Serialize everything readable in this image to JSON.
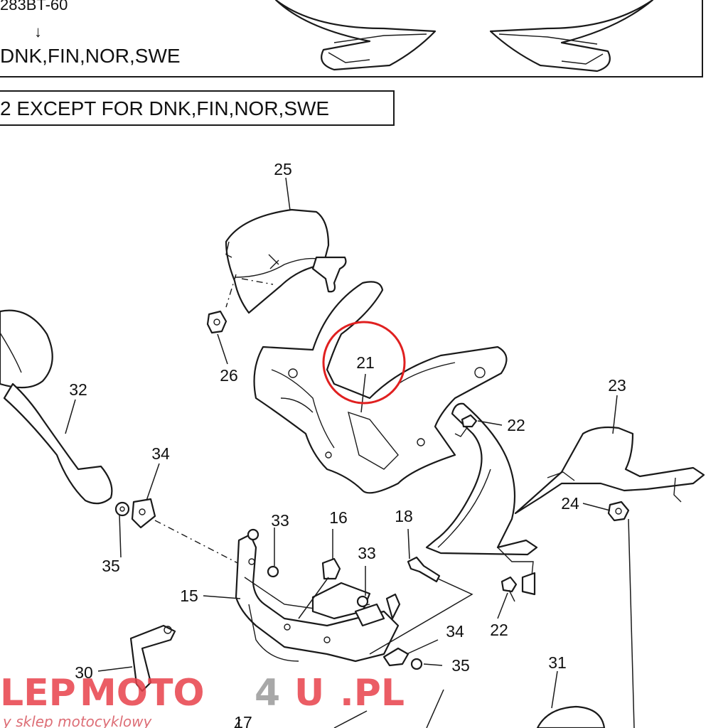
{
  "header": {
    "part_code": "283BT-60",
    "arrow": "↓",
    "variant_a": "DNK,FIN,NOR,SWE",
    "variant_b": "2  EXCEPT FOR DNK,FIN,NOR,SWE"
  },
  "highlight_color": "#e02020",
  "callouts": {
    "c25": "25",
    "c26": "26",
    "c21": "21",
    "c22a": "22",
    "c22b": "22",
    "c23": "23",
    "c24": "24",
    "c32": "32",
    "c34a": "34",
    "c34b": "34",
    "c35a": "35",
    "c35b": "35",
    "c33a": "33",
    "c33b": "33",
    "c16": "16",
    "c18": "18",
    "c15": "15",
    "c30": "30",
    "c31": "31",
    "c17": "17"
  },
  "watermark": {
    "brand_left": "LEP",
    "brand_mid": "MOTO",
    "brand_num": "4",
    "brand_tail": "U",
    "brand_end": ".PL",
    "tagline": "y  sklep  motocyklowy",
    "color_red": "#e8414b",
    "color_grey": "#9a9a9a"
  }
}
